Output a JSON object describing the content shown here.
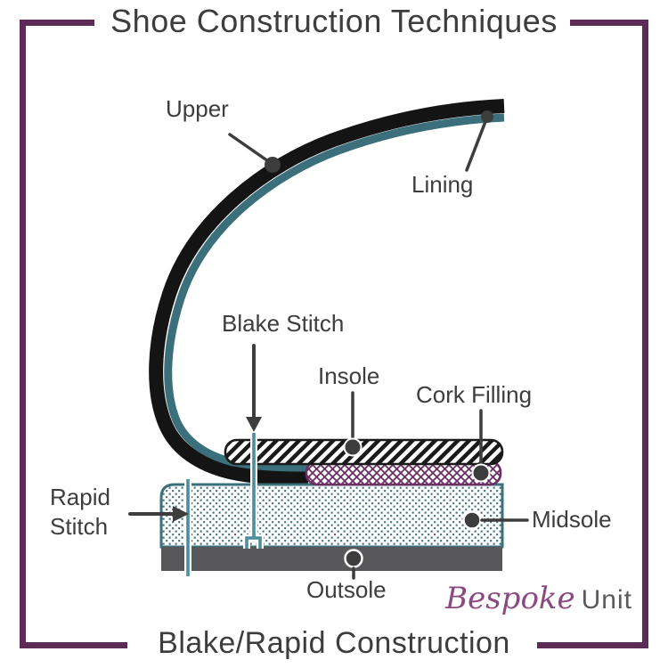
{
  "header": {
    "title": "Shoe Construction Techniques"
  },
  "footer": {
    "title": "Blake/Rapid Construction"
  },
  "logo": {
    "script_text": "Bespoke",
    "plain_text": "Unit"
  },
  "diagram": {
    "labels": {
      "upper": "Upper",
      "lining": "Lining",
      "blake_stitch": "Blake Stitch",
      "insole": "Insole",
      "cork_filling": "Cork Filling",
      "rapid_stitch": "Rapid Stitch",
      "midsole": "Midsole",
      "outsole": "Outsole"
    }
  },
  "colors": {
    "frame": "#5E2B57",
    "text": "#3D3D3D",
    "upper": "#141414",
    "lining": "#3A6F7B",
    "stitch": "#4E8D9B",
    "stitch_outline": "#FFFFFF",
    "insole_hatch": "#1A1A1A",
    "cork": "#6B2F63",
    "midsole_dot": "#41717D",
    "midsole_border": "#3A6F7B",
    "outsole": "#58585A",
    "pointer": "#3D3D3D",
    "logo_script": "#8B4982",
    "logo_plain": "#5A5A5A"
  }
}
